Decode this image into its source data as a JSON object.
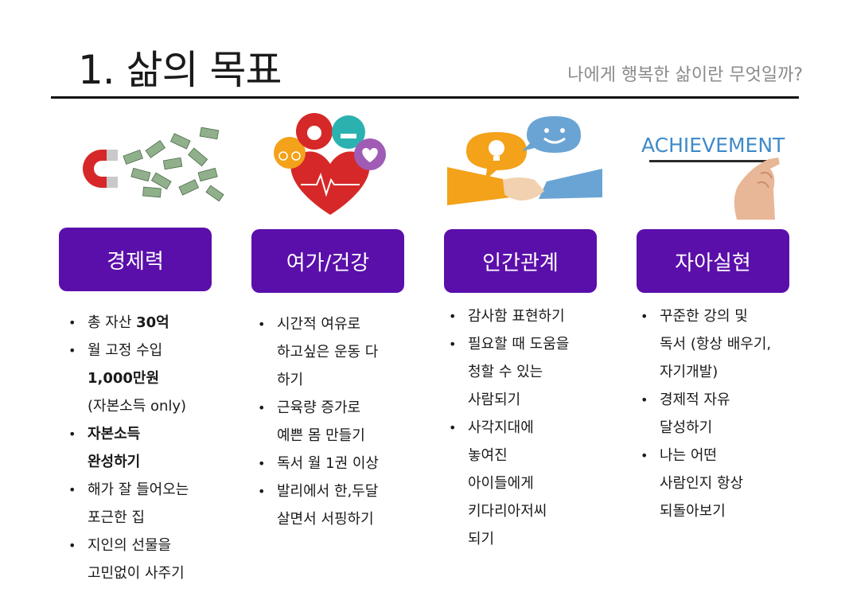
{
  "header": {
    "title": "1. 삶의 목표",
    "subtitle": "나에게 행복한 삶이란 무엇일까?"
  },
  "columns": [
    {
      "heading": "경제력",
      "illustration": "magnet-attracting-money-icon",
      "items": [
        {
          "lines": [
            "총 자산 "
          ],
          "bold_tail": "30억"
        },
        {
          "lines": [
            "월 고정 수입"
          ]
        },
        {
          "lines": [
            "1,000만원"
          ],
          "bold": true,
          "continuation": true
        },
        {
          "lines": [
            "(자본소득 only)"
          ],
          "continuation": true
        },
        {
          "lines": [
            "자본소득",
            "완성하기"
          ],
          "bold": true
        },
        {
          "lines": [
            "해가 잘 들어오는",
            "포근한 집"
          ]
        },
        {
          "lines": [
            "지인의 선물을",
            "고민없이 사주기"
          ]
        }
      ]
    },
    {
      "heading": "여가/건강",
      "illustration": "heart-health-icons",
      "items": [
        {
          "lines": [
            "시간적 여유로",
            "하고싶은 운동 다",
            "하기"
          ]
        },
        {
          "lines": [
            "근육량 증가로",
            "예쁜 몸 만들기"
          ]
        },
        {
          "lines": [
            "독서 월 1권 이상"
          ]
        },
        {
          "lines": [
            "발리에서 한,두달",
            "살면서 서핑하기"
          ]
        }
      ]
    },
    {
      "heading": "인간관계",
      "illustration": "handshake-speech-bubbles-icon",
      "items": [
        {
          "lines": [
            "감사함 표현하기"
          ]
        },
        {
          "lines": [
            "필요할 때 도움을",
            "청할 수 있는",
            "사람되기"
          ]
        },
        {
          "lines": [
            "사각지대에",
            "놓여진",
            "아이들에게",
            "키다리아저씨",
            "되기"
          ]
        }
      ]
    },
    {
      "heading": "자아실현",
      "illustration": "achievement-hand-writing",
      "illustration_text": "ACHIEVEMENT",
      "items": [
        {
          "lines": [
            "꾸준한 강의 및",
            "독서 (항상 배우기,",
            "자기개발)"
          ]
        },
        {
          "lines": [
            "경제적 자유",
            "달성하기"
          ]
        },
        {
          "lines": [
            "나는 어떤",
            "사람인지 항상",
            "되돌아보기"
          ]
        }
      ]
    }
  ],
  "colors": {
    "heading_bg": "#5b0faa",
    "heading_text": "#ffffff",
    "subtitle": "#8a8a8a"
  }
}
